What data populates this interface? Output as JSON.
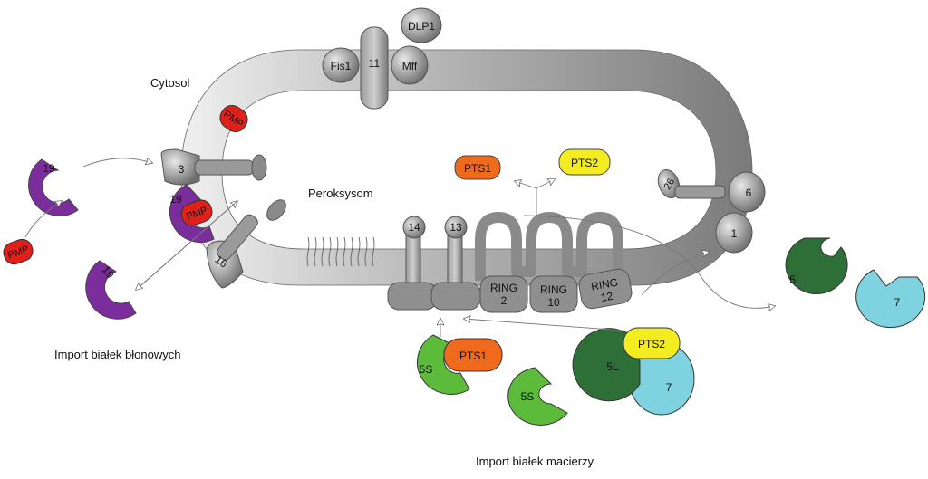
{
  "labels": {
    "cytosol": "Cytosol",
    "peroxisome": "Peroksysom",
    "membrane_import": "Import białek błonowych",
    "matrix_import": "Import białek macierzy"
  },
  "proteins": {
    "dlp1": "DLP1",
    "fis1": "Fis1",
    "pex11": "11",
    "mff": "Mff",
    "pmp": "PMP",
    "pex3": "3",
    "pex19": "19",
    "pex16": "16",
    "pex14": "14",
    "pex13": "13",
    "ring2_a": "RING",
    "ring2_b": "2",
    "ring10_a": "RING",
    "ring10_b": "10",
    "ring12_a": "RING",
    "ring12_b": "12",
    "pex26": "26",
    "pex6": "6",
    "pex1": "1",
    "pts1": "PTS1",
    "pts2": "PTS2",
    "pex5s": "5S",
    "pex5l": "5L",
    "pex7": "7"
  },
  "colors": {
    "membrane_dark": "#808080",
    "membrane_light": "#e6e6e6",
    "purple": "#7b2e9b",
    "red": "#e0211b",
    "orange": "#ef6a1d",
    "yellow": "#f3ec20",
    "green_light": "#5dbb3c",
    "green_dark": "#2e6e37",
    "cyan": "#7fd3e0"
  }
}
